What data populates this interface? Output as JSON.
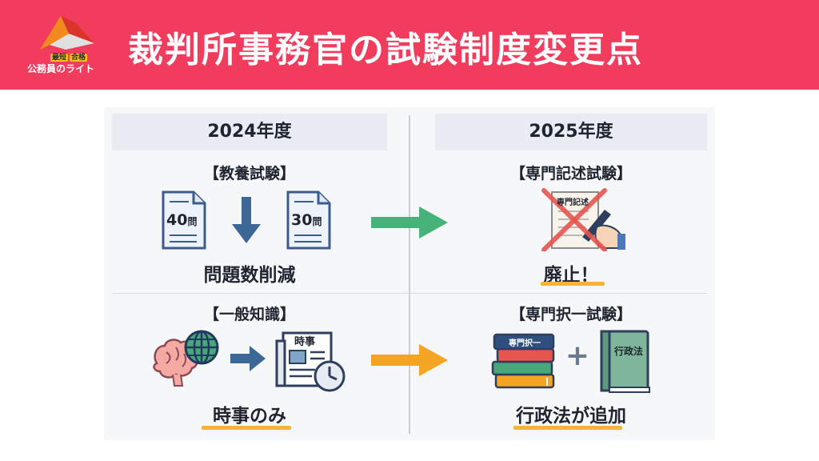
{
  "header": {
    "logo_top_text": "最短",
    "logo_badge": "合格",
    "logo_bottom_text": "公務員のライト",
    "title": "裁判所事務官の試験制度変更点",
    "bg_color": "#f23c5d"
  },
  "left": {
    "year": "2024年度",
    "exam1": {
      "label": "【教養試験】",
      "before_count": "40",
      "after_count": "30",
      "unit": "問",
      "result": "問題数削減"
    },
    "exam2": {
      "label": "【一般知識】",
      "newspaper_label": "時事",
      "result": "時事のみ"
    }
  },
  "right": {
    "year": "2025年度",
    "exam1": {
      "label": "【専門記述試験】",
      "paper_label": "専門記述",
      "result": "廃止！"
    },
    "exam2": {
      "label": "【専門択一試験】",
      "stack_label": "専門択一",
      "plus": "+",
      "book_label": "行政法",
      "result": "行政法が追加"
    }
  },
  "colors": {
    "accent_orange": "#f5a524",
    "arrow_green": "#47b27a",
    "arrow_blue": "#3d6796",
    "cross_red": "#e8554f"
  }
}
